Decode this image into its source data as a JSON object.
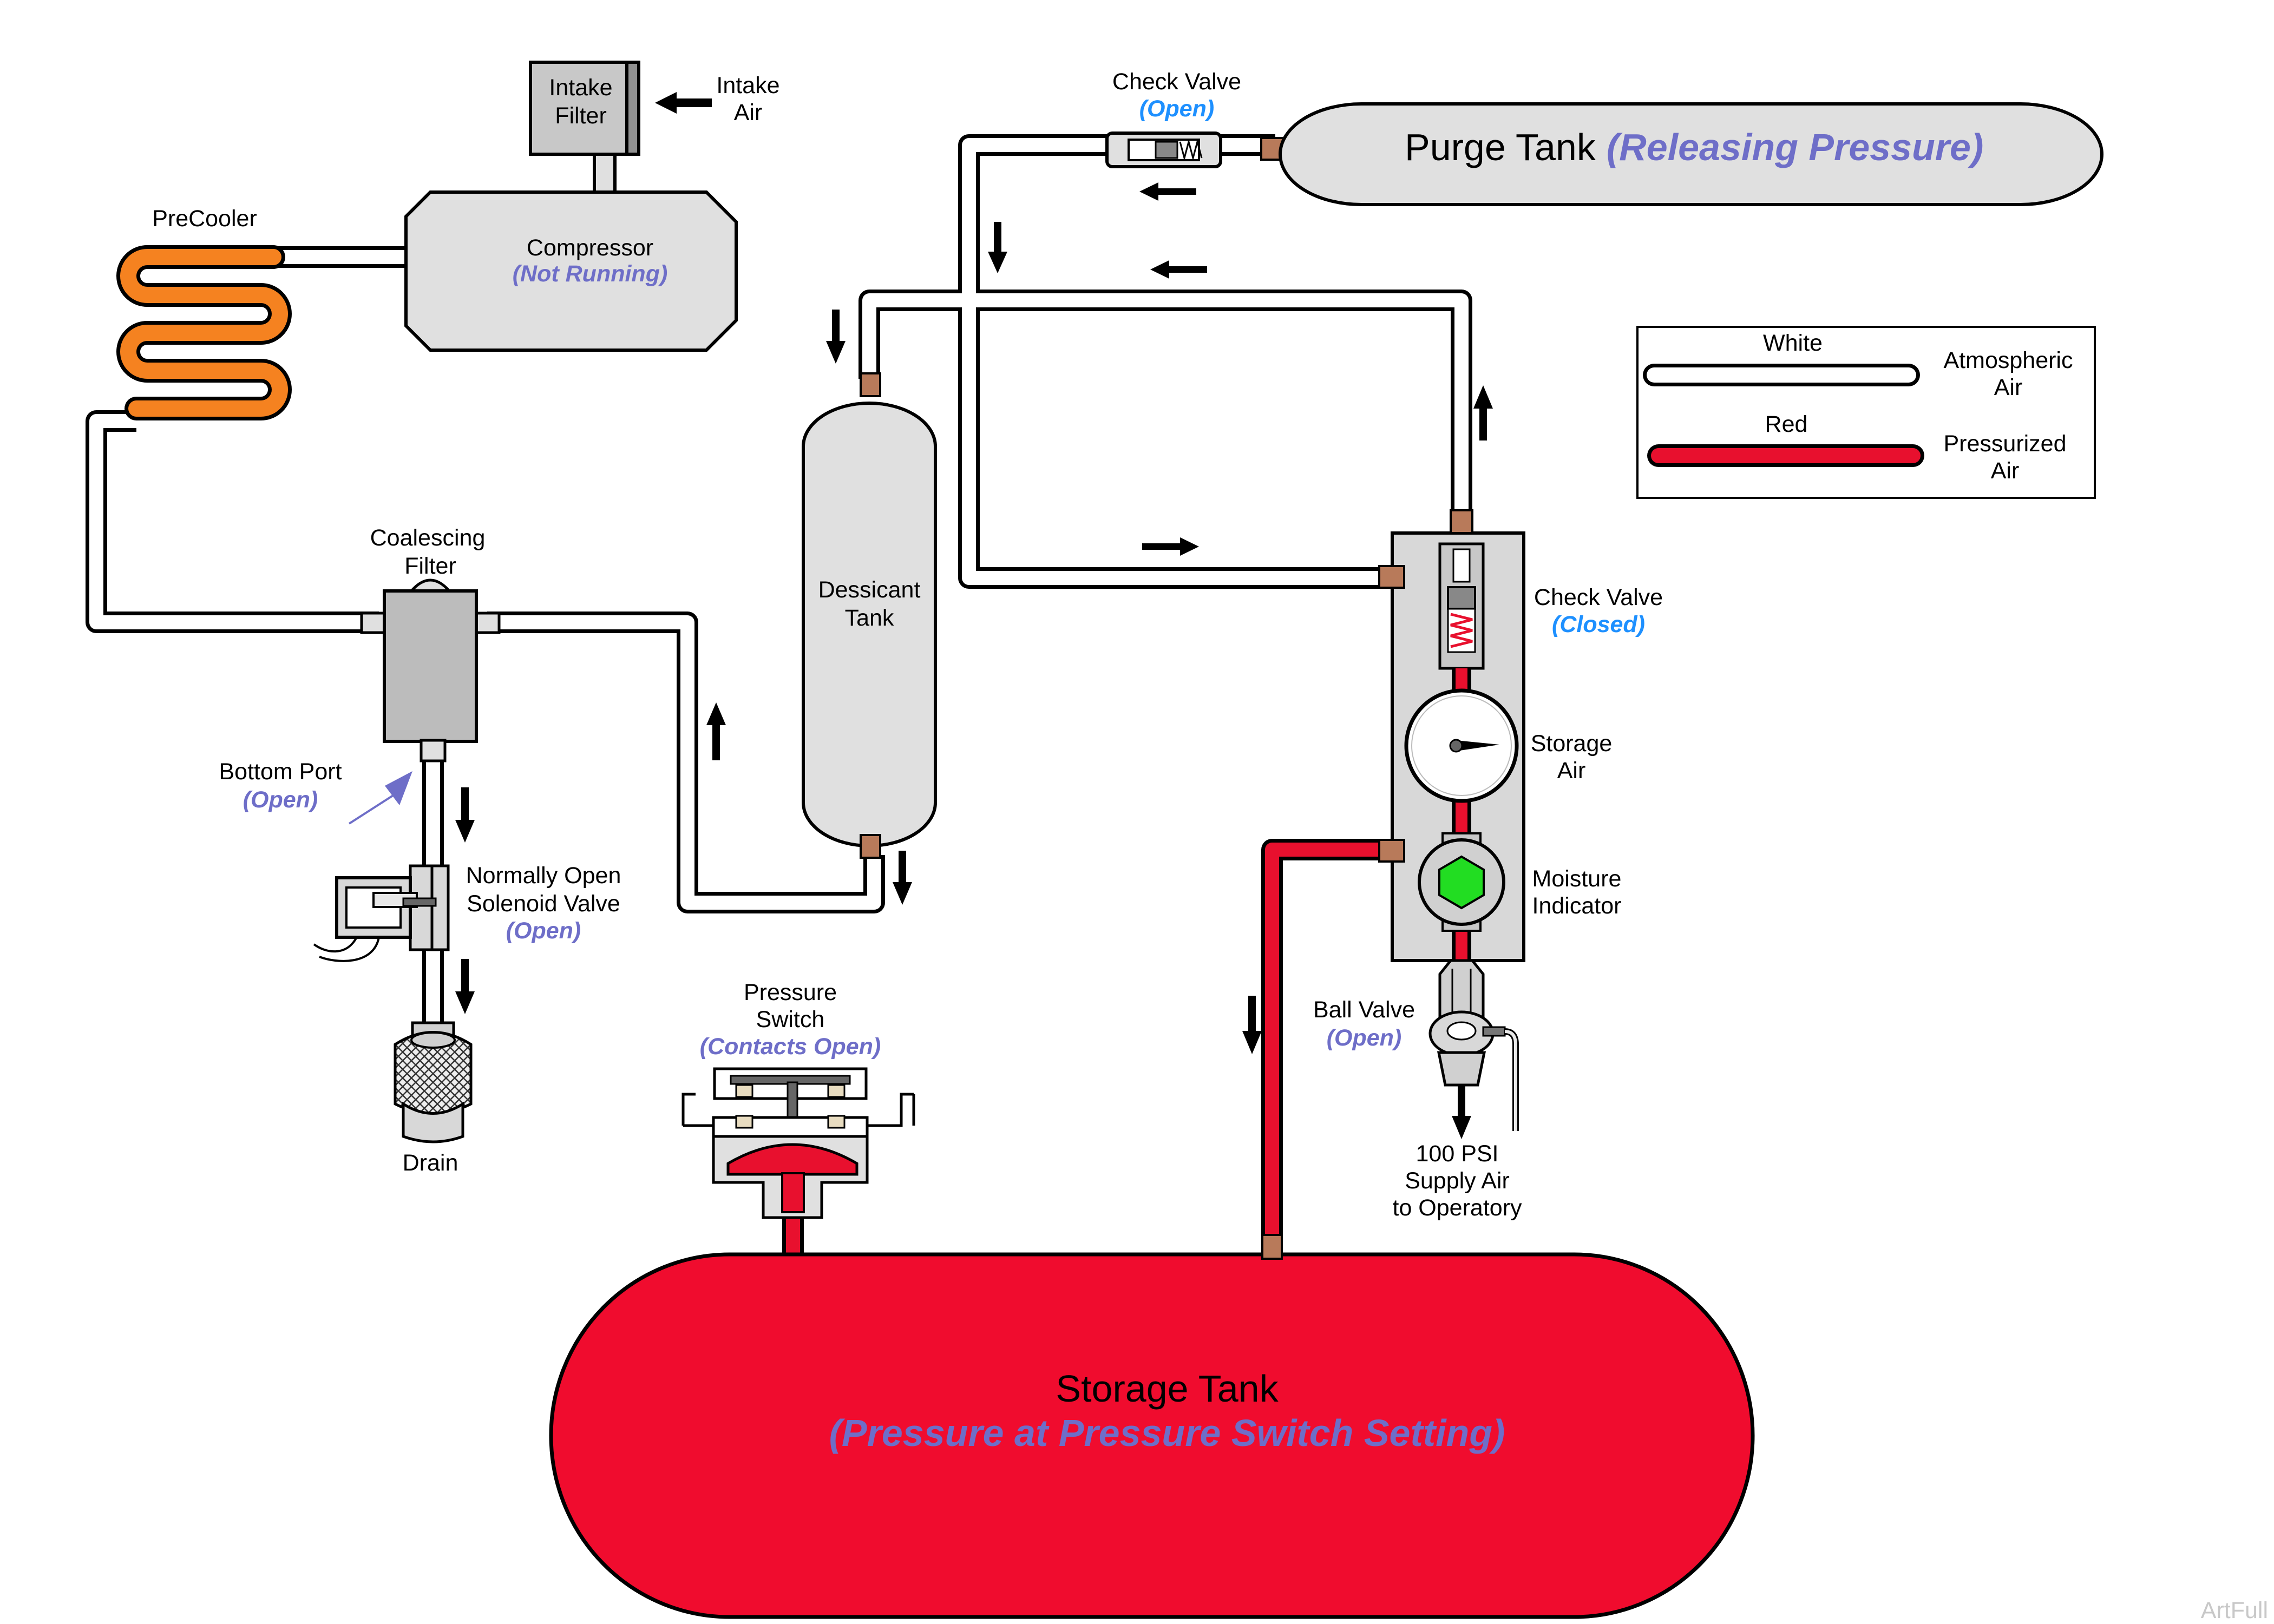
{
  "colors": {
    "status_purple": "#6e6ec8",
    "status_blue": "#1e90ff",
    "pressurized": "#e8102e",
    "precooler": "#f58220",
    "fitting": "#b87a5a",
    "moisture_ok": "#22dd22",
    "component_gray": "#e0e0e0"
  },
  "legend": {
    "white_label": "White",
    "white_desc_1": "Atmospheric",
    "white_desc_2": "Air",
    "red_label": "Red",
    "red_desc_1": "Pressurized",
    "red_desc_2": "Air"
  },
  "components": {
    "intake_filter": {
      "line1": "Intake",
      "line2": "Filter"
    },
    "intake_air": {
      "line1": "Intake",
      "line2": "Air"
    },
    "compressor": {
      "label": "Compressor",
      "status": "(Not Running)"
    },
    "precooler": {
      "label": "PreCooler"
    },
    "coalescing_filter": {
      "line1": "Coalescing",
      "line2": "Filter"
    },
    "bottom_port": {
      "label": "Bottom Port",
      "status": "(Open)"
    },
    "solenoid_valve": {
      "line1": "Normally Open",
      "line2": "Solenoid Valve",
      "status": "(Open)"
    },
    "drain": {
      "label": "Drain"
    },
    "desiccant_tank": {
      "line1": "Dessicant",
      "line2": "Tank"
    },
    "check_valve_top": {
      "label": "Check Valve",
      "status": "(Open)"
    },
    "purge_tank": {
      "label": "Purge Tank",
      "status": "(Releasing Pressure)"
    },
    "check_valve_side": {
      "label": "Check Valve",
      "status": "(Closed)"
    },
    "storage_gauge": {
      "line1": "Storage",
      "line2": "Air"
    },
    "moisture_indicator": {
      "line1": "Moisture",
      "line2": "Indicator"
    },
    "ball_valve": {
      "label": "Ball Valve",
      "status": "(Open)"
    },
    "supply_air": {
      "line1": "100 PSI",
      "line2": "Supply Air",
      "line3": "to Operatory"
    },
    "pressure_switch": {
      "line1": "Pressure",
      "line2": "Switch",
      "status": "(Contacts Open)"
    },
    "storage_tank": {
      "label": "Storage Tank",
      "status": "(Pressure at Pressure Switch Setting)"
    }
  },
  "corner_tag": "ArtFull"
}
